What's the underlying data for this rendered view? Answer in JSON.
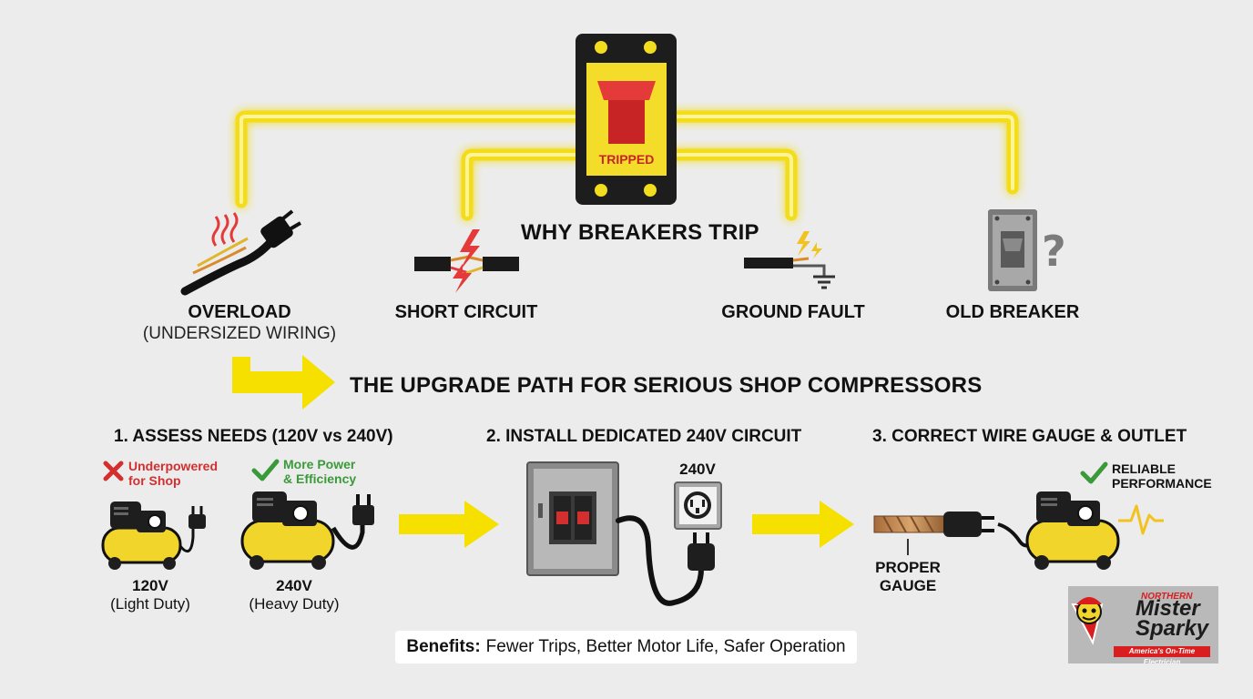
{
  "header": {
    "breaker_label": "TRIPPED",
    "title": "WHY BREAKERS TRIP"
  },
  "causes": [
    {
      "label": "OVERLOAD",
      "sub": "(UNDERSIZED WIRING)"
    },
    {
      "label": "SHORT CIRCUIT"
    },
    {
      "label": "GROUND FAULT"
    },
    {
      "label": "OLD BREAKER"
    }
  ],
  "upgrade": {
    "title": "THE UPGRADE PATH FOR SERIOUS SHOP COMPRESSORS"
  },
  "steps": [
    {
      "title": "1. ASSESS NEEDS (120V vs 240V)",
      "left_note": "Underpowered\nfor Shop",
      "right_note": "More Power\n& Efficiency",
      "left_volt": "120V",
      "left_duty": "(Light Duty)",
      "right_volt": "240V",
      "right_duty": "(Heavy Duty)"
    },
    {
      "title": "2. INSTALL DEDICATED 240V CIRCUIT",
      "outlet_label": "240V"
    },
    {
      "title": "3. CORRECT WIRE GAUGE & OUTLET",
      "note": "RELIABLE\nPERFORMANCE",
      "gauge_label": "PROPER\nGAUGE"
    }
  ],
  "benefits": {
    "label": "Benefits:",
    "text": "Fewer Trips, Better Motor Life, Safer Operation"
  },
  "logo": {
    "line1": "NORTHERN",
    "line2": "Mister",
    "line3": "Sparky",
    "tagline": "America's On-Time Electrician"
  },
  "colors": {
    "glow_yellow": "#f2dc1e",
    "arrow_yellow": "#f5e000",
    "breaker_yellow": "#f4dc2a",
    "red": "#d32f2f",
    "green": "#3a9a3a",
    "compressor_yellow": "#f2d52b"
  }
}
